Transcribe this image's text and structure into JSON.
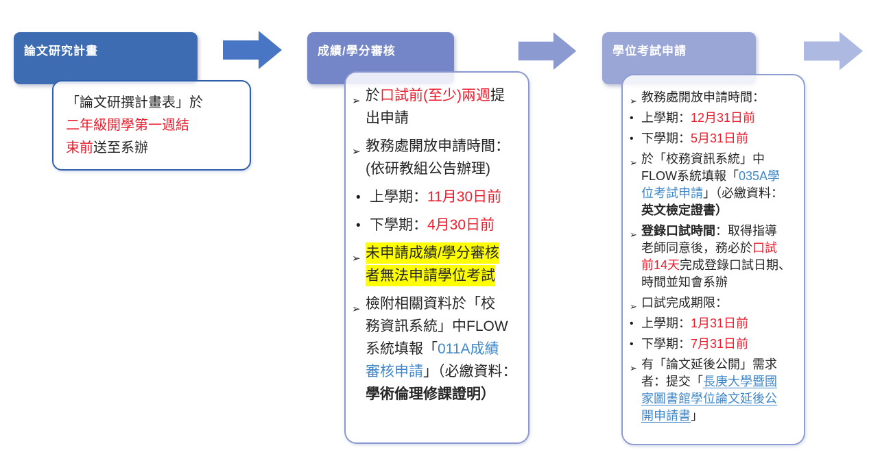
{
  "colors": {
    "red": "#EC1C2C",
    "blue": "#3F87C9",
    "highlight": "#FFFF00",
    "text": "#262626",
    "header_text": "#FFFFFF",
    "canvas_bg": "#FFFFFF"
  },
  "arrows": [
    {
      "name": "flow-arrow-1",
      "color": "#4876C5"
    },
    {
      "name": "flow-arrow-2",
      "color": "#8B9BD2"
    },
    {
      "name": "flow-arrow-3",
      "color": "#ADB9E0"
    }
  ],
  "columns": [
    {
      "id": "thesis-research-plan",
      "header": {
        "label": "論文研究計畫",
        "bg": "#3E6CB2"
      },
      "box": {
        "border_color": "#2F5FA8",
        "paragraph": [
          {
            "t": "「論文研撰計畫表」於",
            "s": "k"
          },
          {
            "br": true
          },
          {
            "t": "二年級開學第一週結",
            "s": "r"
          },
          {
            "br": true
          },
          {
            "t": "束前",
            "s": "r"
          },
          {
            "t": "送至系辦",
            "s": "k"
          }
        ]
      }
    },
    {
      "id": "grade-credit-review",
      "header": {
        "label": "成績/學分審核",
        "bg": "#7486C7"
      },
      "box": {
        "border_color": "#8A97D0",
        "items": [
          {
            "bullet": "➢",
            "sub": false,
            "segments": [
              {
                "t": "於",
                "s": "k"
              },
              {
                "t": "口試前(至少)兩週",
                "s": "r"
              },
              {
                "t": "提",
                "s": "k"
              },
              {
                "br": true
              },
              {
                "t": "出申請",
                "s": "k"
              }
            ]
          },
          {
            "bullet": "➢",
            "sub": false,
            "segments": [
              {
                "t": "教務處開放申請時間：",
                "s": "k"
              },
              {
                "br": true
              },
              {
                "t": "(依研教組公告辦理)",
                "s": "k"
              }
            ]
          },
          {
            "bullet": "•",
            "sub": true,
            "segments": [
              {
                "t": "上學期：",
                "s": "k"
              },
              {
                "t": "11月30日前",
                "s": "r"
              }
            ]
          },
          {
            "bullet": "•",
            "sub": true,
            "segments": [
              {
                "t": "下學期：",
                "s": "k"
              },
              {
                "t": "4月30日前",
                "s": "r"
              }
            ]
          },
          {
            "bullet": "➢",
            "sub": false,
            "segments": [
              {
                "t": "未申請成績/學分審核",
                "s": "hl"
              },
              {
                "br": true
              },
              {
                "t": "者無法申請學位考試",
                "s": "hl"
              }
            ]
          },
          {
            "bullet": "➢",
            "sub": false,
            "segments": [
              {
                "t": "檢附相關資料於「校",
                "s": "k"
              },
              {
                "br": true
              },
              {
                "t": "務資訊系統」中FLOW",
                "s": "k"
              },
              {
                "br": true
              },
              {
                "t": "系統填報「",
                "s": "k"
              },
              {
                "t": "011A成績",
                "s": "b"
              },
              {
                "br": true
              },
              {
                "t": "審核申請",
                "s": "b"
              },
              {
                "t": "」（必繳資料：",
                "s": "k"
              },
              {
                "br": true
              },
              {
                "t": "學術倫理修課證明）",
                "s": "bold"
              }
            ]
          }
        ]
      }
    },
    {
      "id": "degree-exam-application",
      "header": {
        "label": "學位考試申請",
        "bg": "#9AA7D6"
      },
      "box": {
        "border_color": "#8E9CD2",
        "items": [
          {
            "bullet": "➢",
            "sub": false,
            "segments": [
              {
                "t": "教務處開放申請時間：",
                "s": "k"
              }
            ]
          },
          {
            "bullet": "•",
            "sub": false,
            "segments": [
              {
                "t": "上學期：",
                "s": "k"
              },
              {
                "t": "12月31日前",
                "s": "r"
              }
            ]
          },
          {
            "bullet": "•",
            "sub": false,
            "segments": [
              {
                "t": "下學期：",
                "s": "k"
              },
              {
                "t": "5月31日前",
                "s": "r"
              }
            ]
          },
          {
            "bullet": "➢",
            "sub": false,
            "segments": [
              {
                "t": "於「校務資訊系統」中",
                "s": "k"
              },
              {
                "br": true
              },
              {
                "t": "FLOW系統填報「",
                "s": "k"
              },
              {
                "t": "035A學",
                "s": "b"
              },
              {
                "br": true
              },
              {
                "t": "位考試申請",
                "s": "b"
              },
              {
                "t": "」（必繳資料：",
                "s": "k"
              },
              {
                "br": true
              },
              {
                "t": "英文檢定證書）",
                "s": "bold"
              }
            ]
          },
          {
            "bullet": "➢",
            "sub": false,
            "segments": [
              {
                "t": "登錄口試時間",
                "s": "bold"
              },
              {
                "t": "：取得指導",
                "s": "k"
              },
              {
                "br": true
              },
              {
                "t": "老師同意後，務必於",
                "s": "k"
              },
              {
                "t": "口試",
                "s": "r"
              },
              {
                "br": true
              },
              {
                "t": "前14天",
                "s": "r"
              },
              {
                "t": "完成登錄口試日期、",
                "s": "k"
              },
              {
                "br": true
              },
              {
                "t": "時間並知會系辦",
                "s": "k"
              }
            ]
          },
          {
            "bullet": "➢",
            "sub": false,
            "segments": [
              {
                "t": "口試完成期限：",
                "s": "k"
              }
            ]
          },
          {
            "bullet": "•",
            "sub": false,
            "segments": [
              {
                "t": "上學期：",
                "s": "k"
              },
              {
                "t": "1月31日前",
                "s": "r"
              }
            ]
          },
          {
            "bullet": "•",
            "sub": false,
            "segments": [
              {
                "t": "下學期：",
                "s": "k"
              },
              {
                "t": "7月31日前",
                "s": "r"
              }
            ]
          },
          {
            "bullet": "➢",
            "sub": false,
            "segments": [
              {
                "t": "有「論文延後公開」需求",
                "s": "k"
              },
              {
                "br": true
              },
              {
                "t": "者：提交「",
                "s": "k"
              },
              {
                "t": "長庚大學暨國",
                "s": "link"
              },
              {
                "br": true
              },
              {
                "t": "家圖書館學位論文延後公",
                "s": "link"
              },
              {
                "br": true
              },
              {
                "t": "開申請書",
                "s": "link"
              },
              {
                "t": "」",
                "s": "k"
              }
            ]
          }
        ]
      }
    }
  ]
}
